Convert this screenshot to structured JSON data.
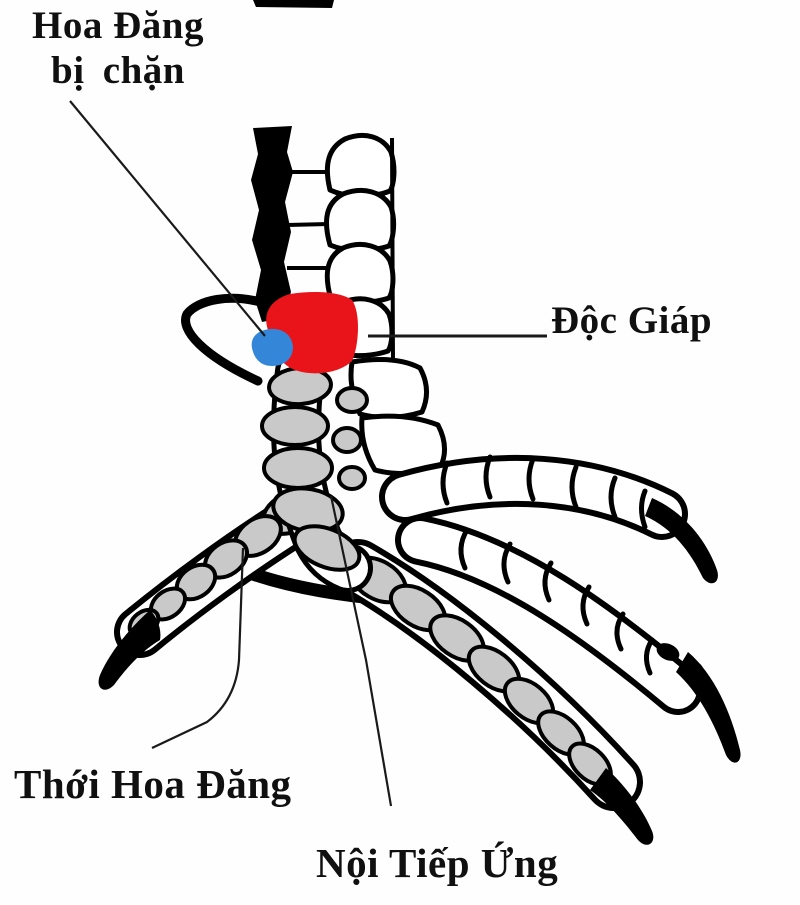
{
  "labels": {
    "hoa_dang_bi_chan_line1": "Hoa Đăng",
    "hoa_dang_bi_chan_line2": "bị chặn",
    "doc_giap": "Độc Giáp",
    "thoi_hoa_dang": "Thới Hoa Đăng",
    "noi_tiep_ung": "Nội Tiếp Ứng"
  },
  "colors": {
    "doc_giap_fill": "#E81419",
    "hoa_dang_fill": "#3486D8",
    "scale_gray_fill": "#C9C9C9",
    "ink": "#000000",
    "background": "#FEFEFE"
  }
}
